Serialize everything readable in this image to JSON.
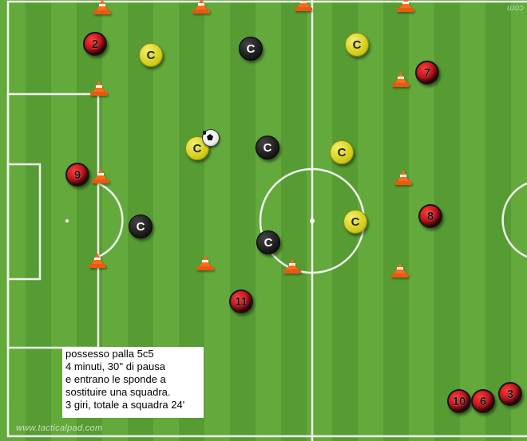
{
  "players": [
    {
      "number": "2"
    },
    {
      "number": "7"
    },
    {
      "number": "9"
    },
    {
      "number": "8"
    },
    {
      "number": "11"
    },
    {
      "number": "10"
    },
    {
      "number": "6"
    },
    {
      "number": "3"
    }
  ],
  "coaches_black": [
    {
      "label": "C"
    },
    {
      "label": "C"
    },
    {
      "label": "C"
    },
    {
      "label": "C"
    }
  ],
  "coaches_yellow": [
    {
      "label": "C"
    },
    {
      "label": "C"
    },
    {
      "label": "C"
    },
    {
      "label": "C"
    },
    {
      "label": "C"
    }
  ],
  "note": {
    "lines": [
      "possesso palla 5c5",
      "4 minuti, 30'' di pausa",
      "e entrano le sponde a",
      "sostituire una squadra.",
      "3 giri, totale a squadra 24'"
    ]
  },
  "watermark": "www.tacticalpad.com",
  "watermark_corner": "com",
  "colors": {
    "grass_light": "#63a93c",
    "grass_dark": "#579b33",
    "player_red": "#c2141a",
    "coach_black": "#161616",
    "coach_yellow": "#d2cc17",
    "cone_orange": "#ff6a1a"
  }
}
